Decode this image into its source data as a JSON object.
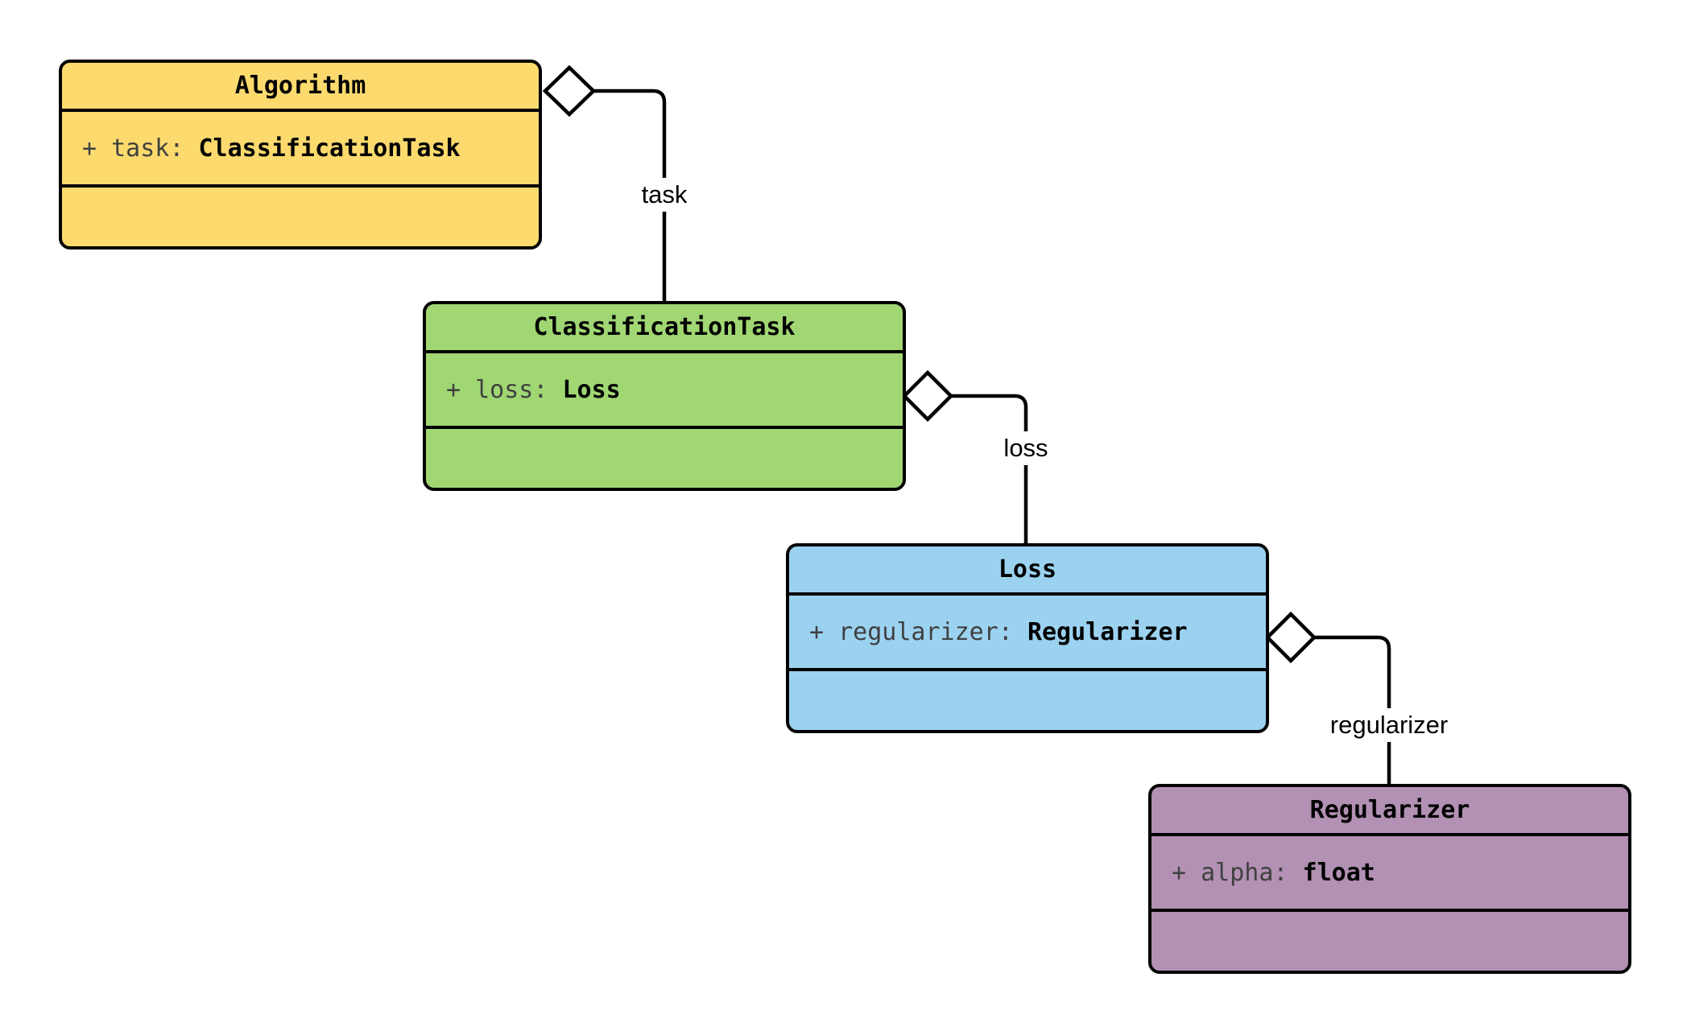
{
  "diagram": {
    "type": "uml-class-diagram",
    "classes": [
      {
        "name": "Algorithm",
        "attribute": {
          "plain": "+ task: ",
          "type": "ClassificationTask"
        },
        "fill": "#FCDA6E"
      },
      {
        "name": "ClassificationTask",
        "attribute": {
          "plain": "+ loss: ",
          "type": "Loss"
        },
        "fill": "#A0D773"
      },
      {
        "name": "Loss",
        "attribute": {
          "plain": "+ regularizer: ",
          "type": "Regularizer"
        },
        "fill": "#9BD2F0"
      },
      {
        "name": "Regularizer",
        "attribute": {
          "plain": "+ alpha: ",
          "type": "float"
        },
        "fill": "#B291B4"
      }
    ],
    "edges": [
      {
        "label": "task",
        "from": "Algorithm",
        "to": "ClassificationTask",
        "kind": "aggregation"
      },
      {
        "label": "loss",
        "from": "ClassificationTask",
        "to": "Loss",
        "kind": "aggregation"
      },
      {
        "label": "regularizer",
        "from": "Loss",
        "to": "Regularizer",
        "kind": "aggregation"
      }
    ],
    "colors": {
      "line": "#000000",
      "background": "#ffffff",
      "title_text": "#000000",
      "attribute_text": "#404040",
      "diamond_fill": "#ffffff"
    }
  }
}
